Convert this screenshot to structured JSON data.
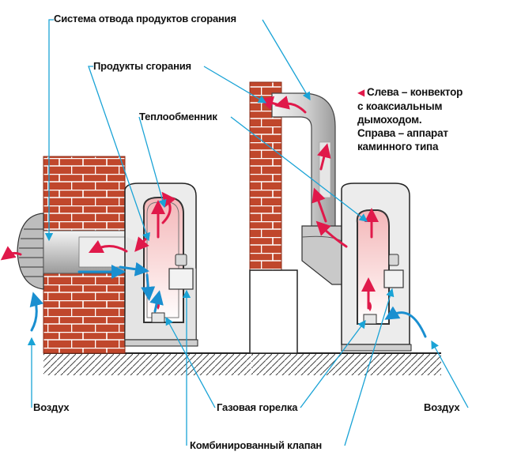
{
  "labels": {
    "exhaust_system": "Система отвода продуктов сгорания",
    "combustion_products": "Продукты сгорания",
    "heat_exchanger": "Теплообменник",
    "air_left": "Воздух",
    "air_right": "Воздух",
    "gas_burner": "Газовая горелка",
    "combined_valve": "Комбинированный клапан"
  },
  "note": {
    "line1": "Слева – конвектор",
    "line2": "с коаксиальным",
    "line3": "дымоходом.",
    "line4": "Справа – аппарат",
    "line5": "каминного типа"
  },
  "colors": {
    "brick": "#c0472c",
    "brick_mortar": "#ffffff",
    "leader_line": "#1aa3d6",
    "hot_flow": "#e0194a",
    "cold_flow": "#1a8fd0",
    "metal": "#e2e2e2",
    "outline": "#222222"
  }
}
